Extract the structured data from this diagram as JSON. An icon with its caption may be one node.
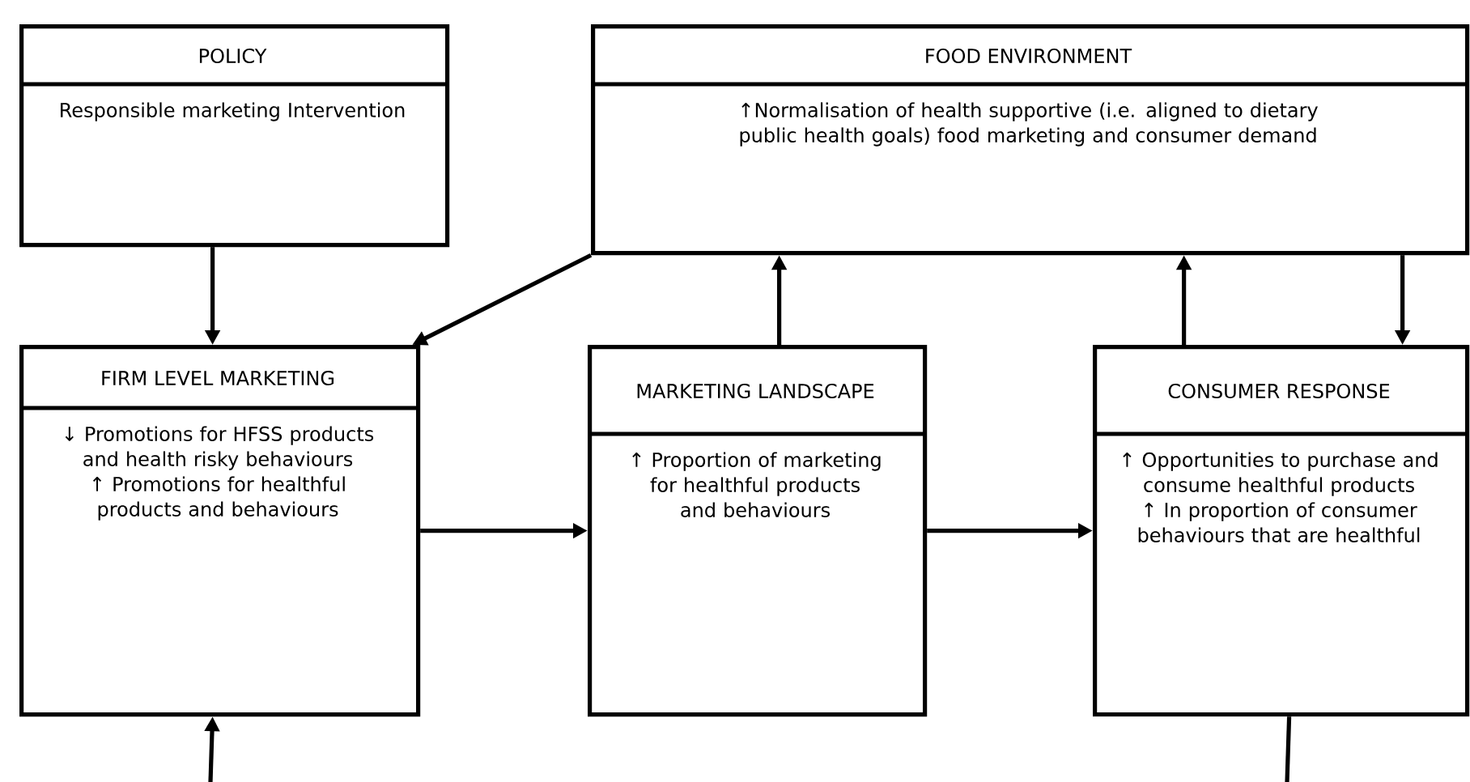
{
  "diagram": {
    "nodes": [
      {
        "text": [
          "POLICY",
          "Responsible marketing Intervention"
        ]
      },
      {
        "text": [
          "FOOD ENVIRONMENT",
          "↑Normalisation of health supportive (i.e. aligned to dietary public health goals) food marketing and consumer demand"
        ]
      },
      {
        "text": [
          "FIRM LEVEL MARKETING",
          "↓ Promotions for HFSS products and health risky behaviours",
          "↑ Promotions for healthful products and behaviours"
        ]
      },
      {
        "text": [
          "MARKETING LANDSCAPE",
          "↑ Proportion of marketing for healthful products and behaviours"
        ]
      },
      {
        "text": [
          "CONSUMER RESPONSE",
          "↑ Opportunities to purchase and consume healthful products",
          "↑ In proportion of consumer behaviours that are healthful"
        ]
      }
    ],
    "edges": [
      {
        "from": 0,
        "to": 2,
        "arrow": "to"
      },
      {
        "from": 1,
        "to": 2,
        "arrow": "to"
      },
      {
        "from": 3,
        "to": 1,
        "arrow": "to"
      },
      {
        "from": 4,
        "to": 1,
        "arrow": "to"
      },
      {
        "from": 1,
        "to": 4,
        "arrow": "to"
      },
      {
        "from": 2,
        "to": 3,
        "arrow": "to"
      },
      {
        "from": 3,
        "to": 4,
        "arrow": "to"
      },
      {
        "from": null,
        "to": 2,
        "arrow": "to"
      },
      {
        "from": 4,
        "to": null,
        "arrow": "none"
      }
    ]
  }
}
